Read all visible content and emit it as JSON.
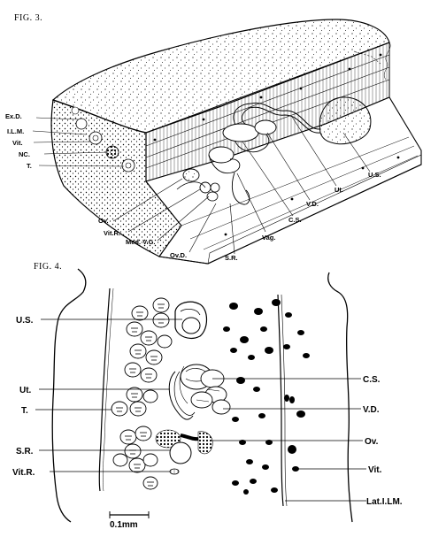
{
  "figure3": {
    "title": "FIG. 3.",
    "labels": [
      {
        "key": "exd",
        "text": "Ex.D."
      },
      {
        "key": "ilm",
        "text": "I.L.M."
      },
      {
        "key": "vit",
        "text": "Vit."
      },
      {
        "key": "nc",
        "text": "NC."
      },
      {
        "key": "t",
        "text": "T."
      },
      {
        "key": "ov",
        "text": "Ov."
      },
      {
        "key": "vitr",
        "text": "Vit.R."
      },
      {
        "key": "medvg",
        "text": "Med. V.G."
      },
      {
        "key": "ovd",
        "text": "Ov.D."
      },
      {
        "key": "sr",
        "text": "S.R."
      },
      {
        "key": "vag",
        "text": "Vag."
      },
      {
        "key": "cs",
        "text": "C.S."
      },
      {
        "key": "vd",
        "text": "V.D."
      },
      {
        "key": "ut",
        "text": "Ut."
      },
      {
        "key": "us",
        "text": "U.S."
      }
    ]
  },
  "figure4": {
    "title": "FIG. 4.",
    "labels": [
      {
        "key": "us",
        "text": "U.S."
      },
      {
        "key": "ut",
        "text": "Ut."
      },
      {
        "key": "t",
        "text": "T."
      },
      {
        "key": "sr",
        "text": "S.R."
      },
      {
        "key": "vitr",
        "text": "Vit.R."
      },
      {
        "key": "cs",
        "text": "C.S."
      },
      {
        "key": "vd",
        "text": "V.D."
      },
      {
        "key": "ov",
        "text": "Ov."
      },
      {
        "key": "vit",
        "text": "Vit."
      },
      {
        "key": "latilm",
        "text": "Lat.I.LM."
      }
    ],
    "scale_bar": "0.1mm"
  }
}
